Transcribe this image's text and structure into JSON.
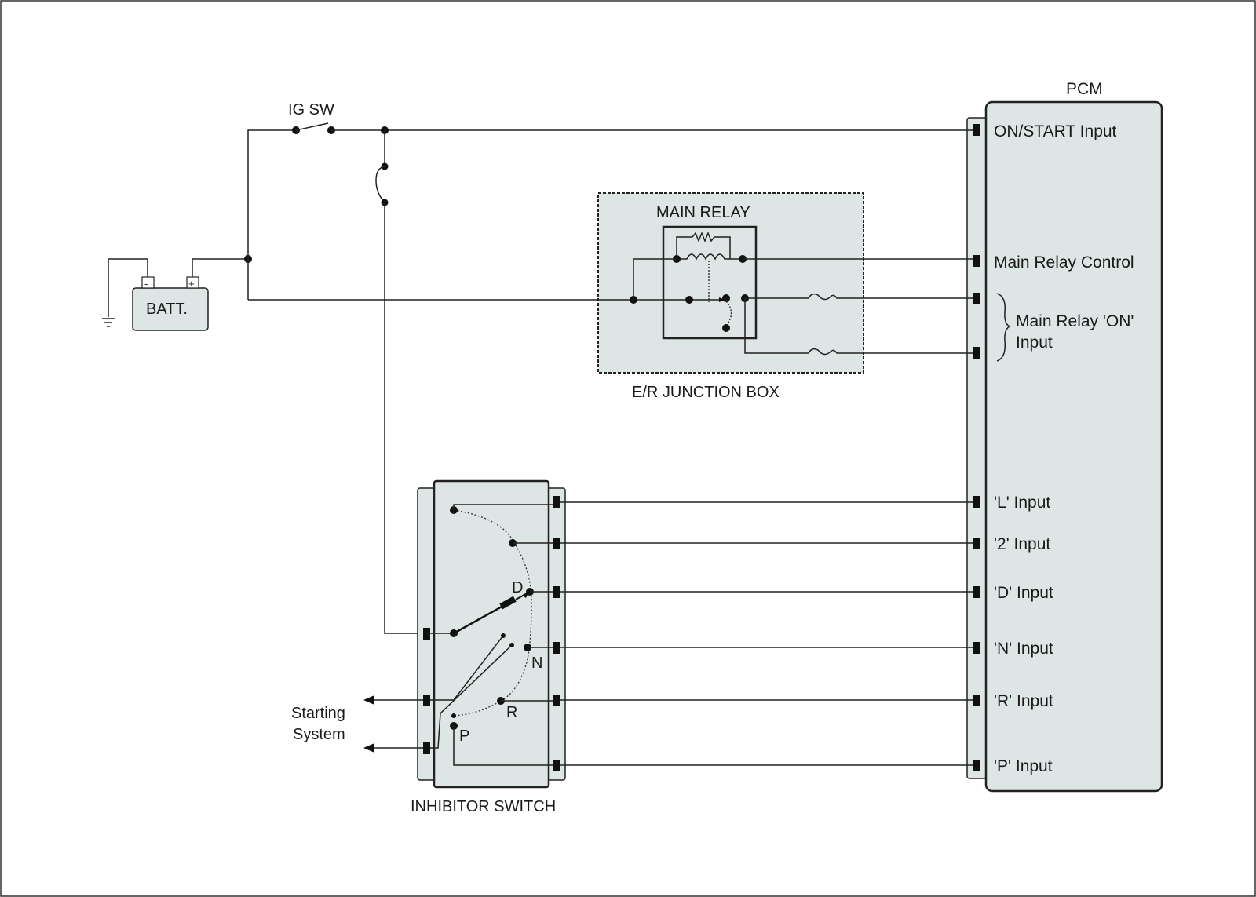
{
  "battery": {
    "label": "BATT.",
    "neg": "-",
    "pos": "+"
  },
  "ig_switch": {
    "label": "IG SW"
  },
  "main_relay": {
    "label": "MAIN RELAY"
  },
  "junction_box": {
    "label": "E/R JUNCTION BOX"
  },
  "inhibitor": {
    "label": "INHIBITOR SWITCH",
    "positions": {
      "d": "D",
      "n": "N",
      "r": "R",
      "p": "P"
    }
  },
  "starting_system": {
    "line1": "Starting",
    "line2": "System"
  },
  "pcm": {
    "label": "PCM",
    "inputs": {
      "on_start": "ON/START Input",
      "relay_control": "Main Relay Control",
      "relay_on_1": "Main Relay 'ON'",
      "relay_on_2": "Input",
      "l": "'L' Input",
      "two": "'2' Input",
      "d": "'D' Input",
      "n": "'N' Input",
      "r": "'R' Input",
      "p": "'P' Input"
    }
  },
  "colors": {
    "panel_fill": "#dde5e5",
    "line": "#222222"
  }
}
